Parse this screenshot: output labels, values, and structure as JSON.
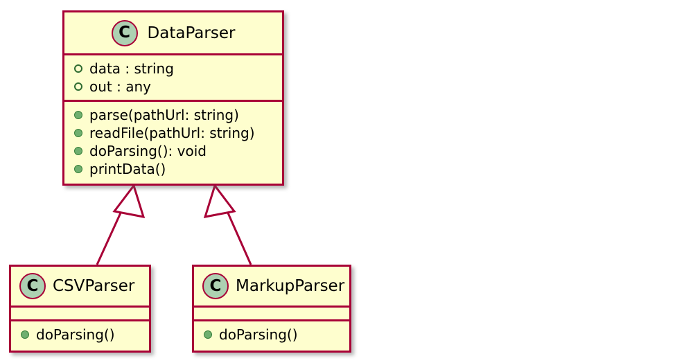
{
  "diagram": {
    "type": "uml-class-diagram",
    "background": "#FFFFFF",
    "palette": {
      "border": "#A80036",
      "fill": "#FEFECE",
      "icon_fill": "#ADD1B2",
      "public_marker": "#6FAF6F",
      "protected_marker": "#2E6B30",
      "line": "#A80036",
      "arrow_fill": "#FFFFFF"
    }
  },
  "classes": [
    {
      "id": "dataparser",
      "stereotype_letter": "C",
      "name": "DataParser",
      "attributes": [
        {
          "visibility": "protected",
          "text": "data : string"
        },
        {
          "visibility": "protected",
          "text": "out : any"
        }
      ],
      "operations": [
        {
          "visibility": "public",
          "text": "parse(pathUrl: string)"
        },
        {
          "visibility": "public",
          "text": "readFile(pathUrl: string)"
        },
        {
          "visibility": "public",
          "text": "doParsing(): void"
        },
        {
          "visibility": "public",
          "text": "printData()"
        }
      ]
    },
    {
      "id": "csvparser",
      "stereotype_letter": "C",
      "name": "CSVParser",
      "attributes": [],
      "operations": [
        {
          "visibility": "public",
          "text": "doParsing()"
        }
      ]
    },
    {
      "id": "markupparser",
      "stereotype_letter": "C",
      "name": "MarkupParser",
      "attributes": [],
      "operations": [
        {
          "visibility": "public",
          "text": "doParsing()"
        }
      ]
    }
  ],
  "relationships": [
    {
      "id": "csvparser-extends-dataparser",
      "kind": "generalization",
      "label": "",
      "source": "CSVParser",
      "target": "DataParser"
    },
    {
      "id": "markupparser-extends-dataparser",
      "kind": "generalization",
      "label": "",
      "source": "MarkupParser",
      "target": "DataParser"
    }
  ]
}
